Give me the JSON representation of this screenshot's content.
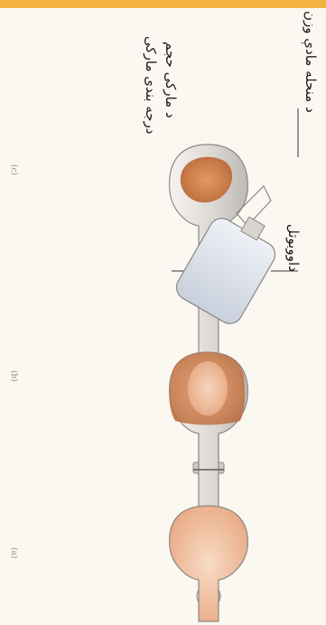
{
  "colors": {
    "top_bar": "#f2b43f",
    "glass": "#dedad6",
    "glass_stroke": "#8c8884",
    "solution_dark": "#cf7f4e",
    "solution_light": "#f0c2a0",
    "label_text": "#1a1a1a",
    "panel_letter": "#8d8a85"
  },
  "labels": {
    "solid_mass": "د منحله مادې وزن",
    "volume_mark": "د مارکی حجم",
    "graduation_mark": "درجه بندی مارکی",
    "wash_bottle": "داووبوتل"
  },
  "panels": [
    "(a)",
    "(b)",
    "(c)"
  ],
  "icons": [
    "volumetric-flask-icon",
    "wash-bottle-icon",
    "stopper-icon"
  ]
}
